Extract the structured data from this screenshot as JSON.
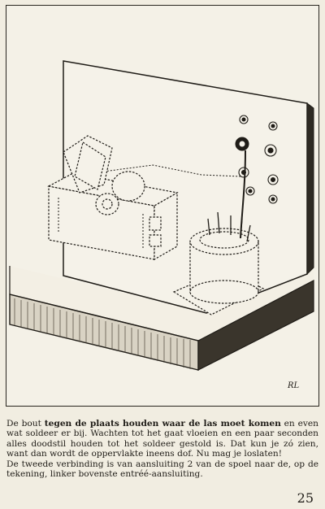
{
  "figure": {
    "artist_initials": "RL"
  },
  "text": {
    "p1_a": "De bout ",
    "p1_bold": "tegen de plaats houden waar de las moet komen",
    "p1_b": " en even wat soldeer er bij. Wachten tot het gaat vloeien en een paar seconden alles doodstil houden tot het soldeer gestold is. Dat kun je zó zien, want dan wordt de oppervlakte ineens dof. Nu mag je loslaten!",
    "p2": "De tweede verbinding is van aansluiting 2 van de spoel naar de, op de tekening, linker bovenste entréé-aansluiting."
  },
  "page_number": "25"
}
